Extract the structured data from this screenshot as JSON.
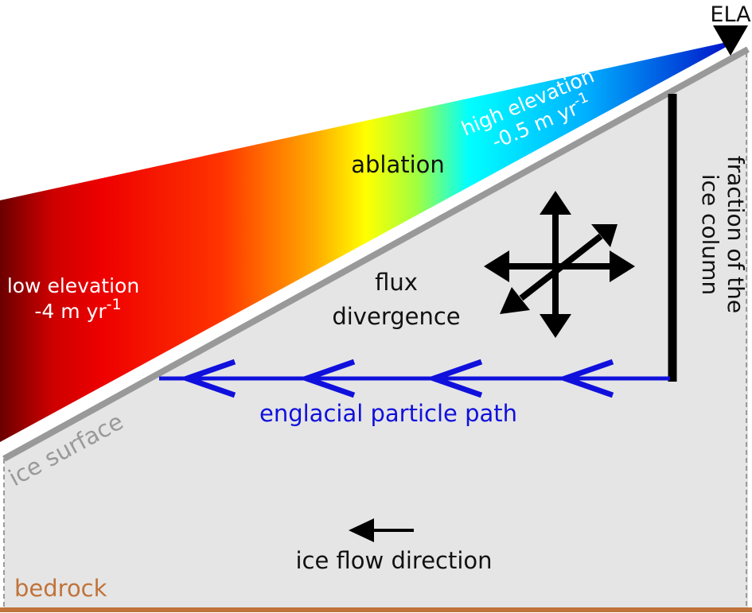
{
  "labels": {
    "ela": "ELA",
    "ablation": "ablation",
    "high_elevation_line1": "high elevation",
    "high_elevation_value": "-0.5 m yr",
    "high_elevation_exp": "-1",
    "low_elevation_line1": "low elevation",
    "low_elevation_value": "-4 m yr",
    "low_elevation_exp": "-1",
    "flux_line1": "flux",
    "flux_line2": "divergence",
    "column_line1": "fraction of the",
    "column_line2": "ice column",
    "particle_path": "englacial particle path",
    "ice_surface": "ice surface",
    "flow_direction": "ice flow direction",
    "bedrock": "bedrock"
  },
  "colors": {
    "ice_body": "#e5e5e5",
    "ice_surface_line": "#999999",
    "bedrock": "#c0733a",
    "particle_path": "#1010dd",
    "text": "#111111",
    "gradient": [
      "#6b0000",
      "#e60000",
      "#ff2a00",
      "#ff9a00",
      "#ffff00",
      "#00ffff",
      "#0090ff",
      "#0010c8"
    ]
  }
}
